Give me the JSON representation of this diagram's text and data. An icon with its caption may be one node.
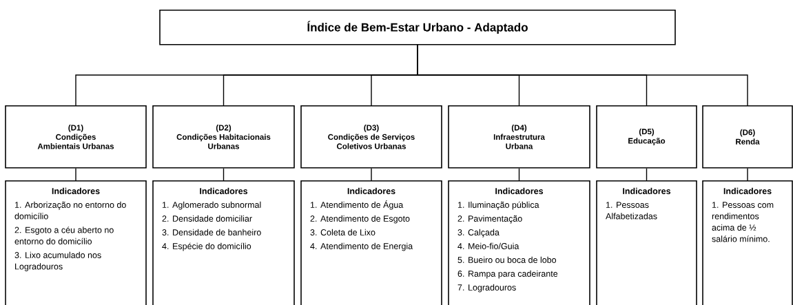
{
  "diagram": {
    "nodes": [
      {
        "text": [
          "Índice de Bem-Estar Urbano - Adaptado"
        ]
      },
      {
        "text": [
          "(D1)",
          "Condições Ambientais Urbanas"
        ]
      },
      {
        "text": [
          "(D2)",
          "Condições Habitacionais Urbanas"
        ]
      },
      {
        "text": [
          "(D3)",
          "Condições de Serviços Coletivos Urbanas"
        ]
      },
      {
        "text": [
          "(D4)",
          "Infraestrutura Urbana"
        ]
      },
      {
        "text": [
          "(D5)",
          "Educação"
        ]
      },
      {
        "text": [
          "(D6)",
          "Renda"
        ]
      },
      {
        "text": [
          "Indicadores",
          "1. Arborização no entorno do domicílio",
          "2. Esgoto a céu aberto no entorno do domicílio",
          "3. Lixo acumulado nos Logradouros"
        ]
      },
      {
        "text": [
          "Indicadores",
          "1. Aglomerado subnormal",
          "2. Densidade domiciliar",
          "3. Densidade de banheiro",
          "4. Espécie do domicílio"
        ]
      },
      {
        "text": [
          "Indicadores",
          "1. Atendimento de Água",
          "2. Atendimento de Esgoto",
          "3. Coleta de Lixo",
          "4. Atendimento de Energia"
        ]
      },
      {
        "text": [
          "Indicadores",
          "1. Iluminação pública",
          "2. Pavimentação",
          "3. Calçada",
          "4. Meio-fio/Guia",
          "5. Bueiro ou boca de lobo",
          "6. Rampa para cadeirante",
          "7. Logradouros"
        ]
      },
      {
        "text": [
          "Indicadores",
          "1. Pessoas Alfabetizadas"
        ]
      },
      {
        "text": [
          "Indicadores",
          "1. Pessoas com rendimentos acima de ½ salário mínimo."
        ]
      }
    ],
    "edges": [
      {
        "from": 0,
        "to": 1,
        "arrow": "none"
      },
      {
        "from": 0,
        "to": 2,
        "arrow": "none"
      },
      {
        "from": 0,
        "to": 3,
        "arrow": "none"
      },
      {
        "from": 0,
        "to": 4,
        "arrow": "none"
      },
      {
        "from": 0,
        "to": 5,
        "arrow": "none"
      },
      {
        "from": 0,
        "to": 6,
        "arrow": "none"
      },
      {
        "from": 1,
        "to": 7,
        "arrow": "none"
      },
      {
        "from": 2,
        "to": 8,
        "arrow": "none"
      },
      {
        "from": 3,
        "to": 9,
        "arrow": "none"
      },
      {
        "from": 4,
        "to": 10,
        "arrow": "none"
      },
      {
        "from": 5,
        "to": 11,
        "arrow": "none"
      },
      {
        "from": 6,
        "to": 12,
        "arrow": "none"
      }
    ]
  }
}
